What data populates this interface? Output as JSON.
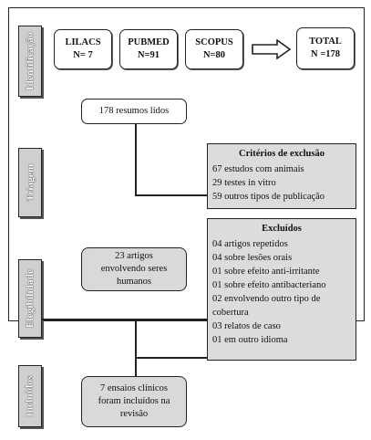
{
  "stages": [
    {
      "label": "Identificação"
    },
    {
      "label": "Triagem"
    },
    {
      "label": "Elegibilidade"
    },
    {
      "label": "Incluídos"
    }
  ],
  "identification": {
    "databases": [
      {
        "name": "LILACS",
        "count": "N= 7"
      },
      {
        "name": "PUBMED",
        "count": "N=91"
      },
      {
        "name": "SCOPUS",
        "count": "N=80"
      }
    ],
    "total": {
      "name": "TOTAL",
      "count": "N =178"
    }
  },
  "screening": {
    "read": "178 resumos lidos",
    "exclusion": {
      "title": "Critérios de exclusão",
      "items": [
        "67 estudos com animais",
        "29 testes in vitro",
        "59 outros tipos de publicação"
      ]
    }
  },
  "eligibility": {
    "articles": [
      "23 artigos",
      "envolvendo seres",
      "humanos"
    ],
    "excluded": {
      "title": "Excluídos",
      "items": [
        "04 artigos repetidos",
        "04 sobre lesões orais",
        "01 sobre efeito anti-irritante",
        "01 sobre efeito antibacteriano",
        "02 envolvendo outro tipo de",
        "cobertura",
        "03 relatos de caso",
        "01 em outro idioma"
      ]
    }
  },
  "included": {
    "lines": [
      "7 ensaios clínicos",
      "foram incluídos na",
      "revisão"
    ]
  }
}
